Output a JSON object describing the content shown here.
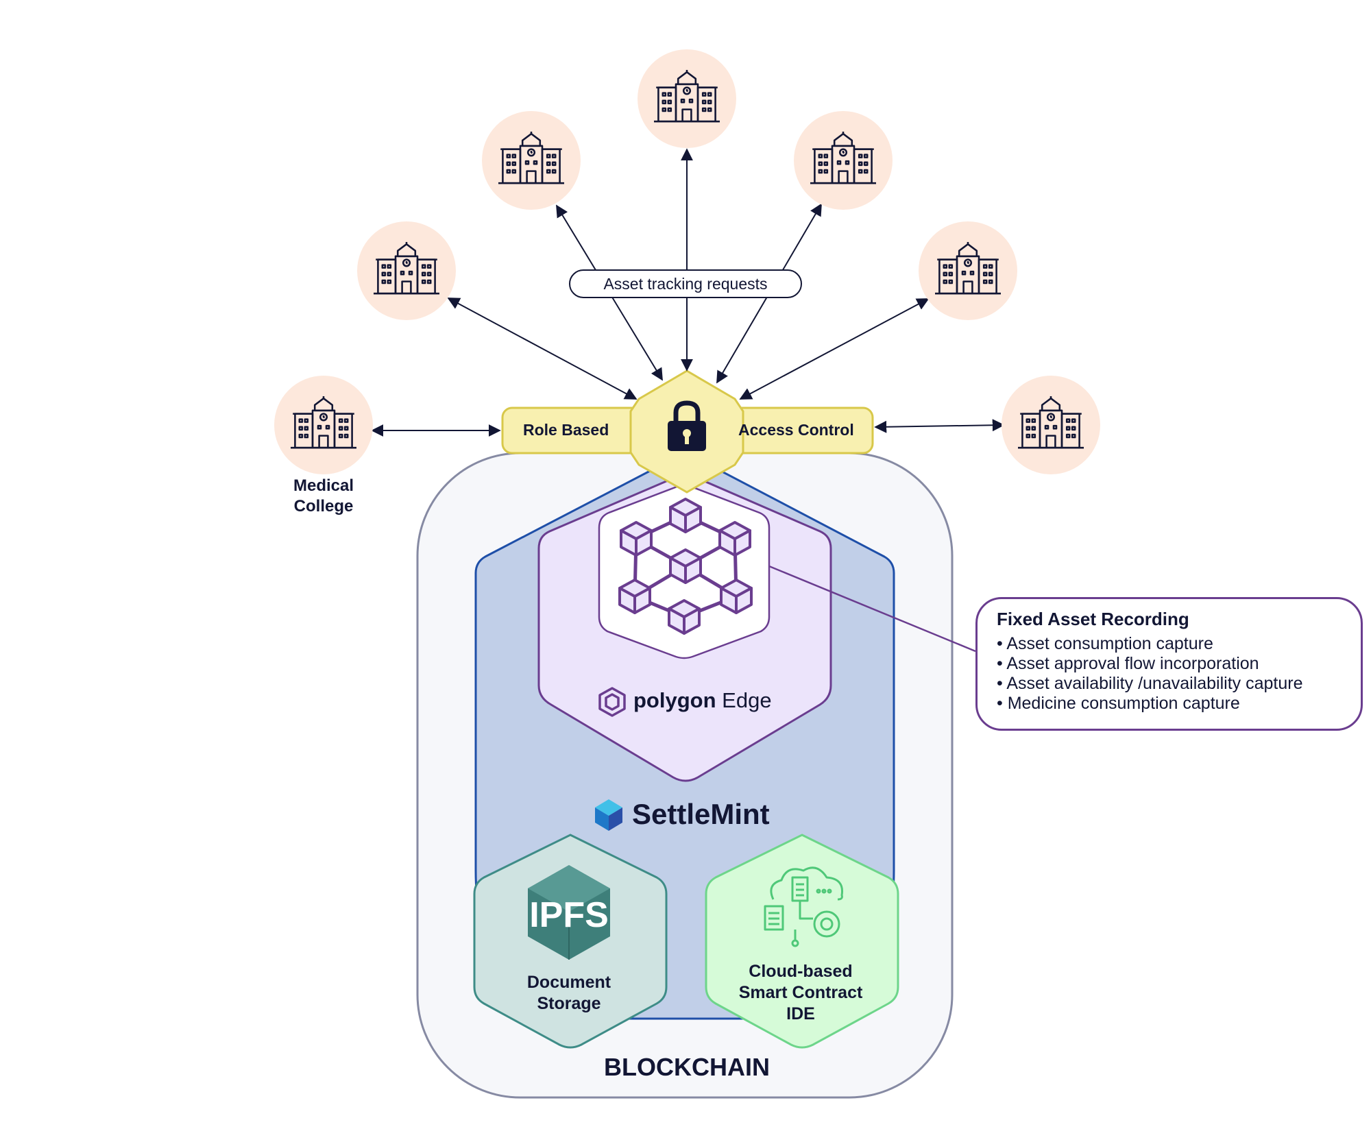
{
  "center": {
    "requests_label": "Asset tracking requests",
    "access_left": "Role Based",
    "access_right": "Access Control"
  },
  "nodes": {
    "medical_college": "Medical\nCollege"
  },
  "platform": {
    "polygon_word": "polygon",
    "polygon_edge": "Edge",
    "settlemint": "SettleMint",
    "ipfs_logo": "IPFS",
    "document_storage": "Document\nStorage",
    "cloud_ide": "Cloud-based\nSmart Contract\nIDE",
    "blockchain": "BLOCKCHAIN"
  },
  "callout": {
    "title": "Fixed Asset Recording",
    "items": [
      "Asset consumption capture",
      "Asset approval flow incorporation",
      "Asset availability /unavailability capture",
      "Medicine consumption capture"
    ]
  },
  "colors": {
    "dark": "#121634",
    "peach": "#fde8dc",
    "yellow": "#f8f0b0",
    "yellow_border": "#d8c84a",
    "blue_fill": "#c1cfe8",
    "blue_border": "#1e4fa8",
    "purple_fill": "#ece4fb",
    "purple": "#6a3d8f",
    "teal_fill": "#cfe3e1",
    "teal": "#3e8c87",
    "green_fill": "#d6fbd8",
    "green": "#6dd58a",
    "outer_fill": "#f6f7fa",
    "outer_border": "#868aa3"
  }
}
